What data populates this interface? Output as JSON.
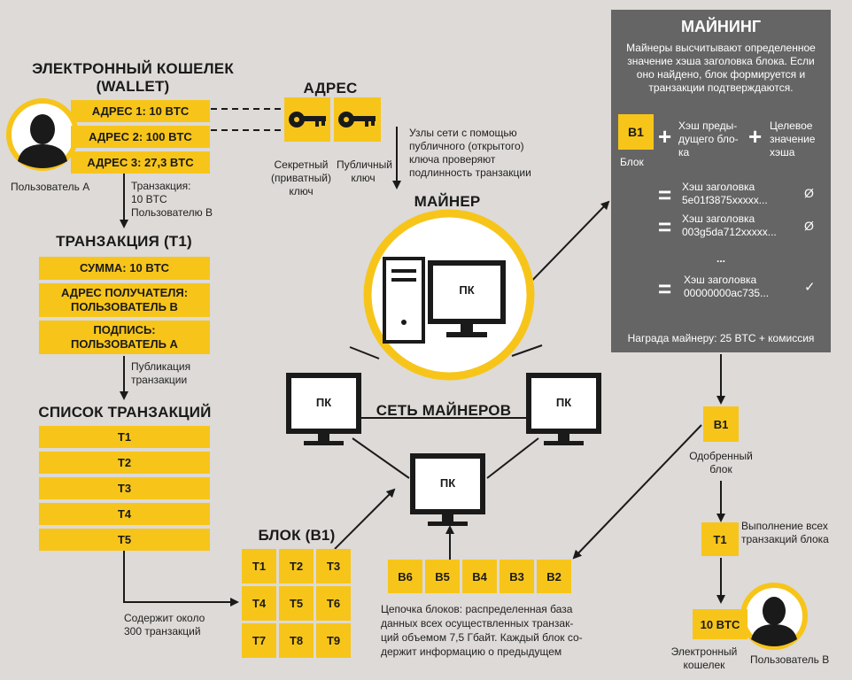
{
  "wallet": {
    "title_line1": "ЭЛЕКТРОННЫЙ КОШЕЛЕК",
    "title_line2": "(WALLET)",
    "addresses": [
      "АДРЕС 1: 10 BTC",
      "АДРЕС 2: 100 BTC",
      "АДРЕС 3: 27,3 BTC"
    ],
    "user_label": "Пользователь А"
  },
  "address": {
    "title": "АДРЕС",
    "private_key_label": "Секретный\n(приватный)\nключ",
    "public_key_label": "Публичный\nключ",
    "nodes_text": "Узлы сети с помощью\nпубличного (открытого)\nключа проверяют\nподлинность транзакции"
  },
  "transfer_note": "Транзакция:\n10 BTC\nПользователю B",
  "transaction": {
    "title": "ТРАНЗАКЦИЯ (Т1)",
    "rows": [
      "СУММА: 10 BTC",
      "АДРЕС ПОЛУЧАТЕЛЯ:\nПОЛЬЗОВАТЕЛЬ B",
      "ПОДПИСЬ:\nПОЛЬЗОВАТЕЛЬ А"
    ]
  },
  "publish_note": "Публикация\nтранзакции",
  "tx_list": {
    "title": "СПИСОК ТРАНЗАКЦИЙ",
    "items": [
      "Т1",
      "Т2",
      "Т3",
      "Т4",
      "Т5"
    ],
    "note": "Содержит около\n300 транзакций"
  },
  "block": {
    "title": "БЛОК (В1)",
    "cells": [
      "Т1",
      "Т2",
      "Т3",
      "Т4",
      "Т5",
      "Т6",
      "Т7",
      "Т8",
      "Т9"
    ]
  },
  "miner": {
    "title": "МАЙНЕР",
    "pc_label": "ПК"
  },
  "network": {
    "title": "СЕТЬ МАЙНЕРОВ",
    "pc_labels": [
      "ПК",
      "ПК",
      "ПК"
    ]
  },
  "chain": {
    "blocks": [
      "В6",
      "В5",
      "В4",
      "В3",
      "В2"
    ],
    "description": "Цепочка блоков: распределенная база\nданных всех осуществленных транзак-\nций объемом 7,5 Гбайт. Каждый блок со-\nдержит информацию о предыдущем"
  },
  "mining": {
    "title": "МАЙНИНГ",
    "description": "Майнеры высчитывают определенное\nзначение хэша заголовка блока. Если\nоно найдено, блок формируется и\nтранзакции подтверждаются.",
    "block_label": "В1",
    "block_caption": "Блок",
    "plus": "+",
    "equals": "=",
    "prev_hash": "Хэш преды-\nдущего бло-\nка",
    "target_hash": "Целевое\nзначение\nхэша",
    "attempts": [
      {
        "text": "Хэш заголовка\n5e01f3875xxxxx...",
        "result": "Ø"
      },
      {
        "text": "Хэш заголовка\n003g5da712xxxxx...",
        "result": "Ø"
      },
      {
        "text": "Хэш заголовка\n00000000ac735...",
        "result": "✓"
      }
    ],
    "ellipsis": "...",
    "reward": "Награда майнеру: 25 BTC + комиссия"
  },
  "approved": {
    "block_label": "В1",
    "caption": "Одобренный\nблок",
    "tx_label": "Т1",
    "exec_note": "Выполнение всех\nтранзакций блока"
  },
  "recipient": {
    "amount": "10 BTC",
    "wallet_caption": "Электронный\nкошелек",
    "user_label": "Пользователь В"
  },
  "colors": {
    "accent": "#f7c51a",
    "background": "#dddad7",
    "panel": "#666565"
  }
}
